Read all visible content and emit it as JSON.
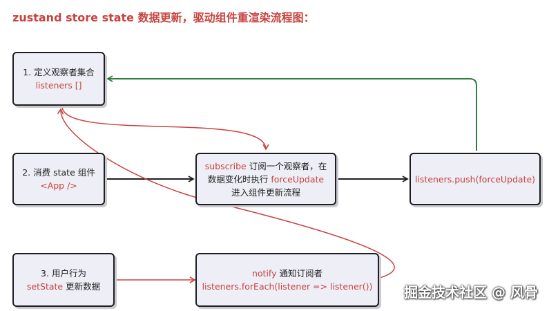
{
  "title": "zustand store state 数据更新，驱动组件重渲染流程图：",
  "nodes": {
    "listeners": {
      "line1": "1. 定义观察者集合",
      "line2": "listeners []"
    },
    "consume": {
      "line1": "2. 消费 state 组件",
      "line2": "<App />"
    },
    "subscribe": {
      "kw1": "subscribe",
      "text1": " 订阅一个观察者，在",
      "text2": "数据变化时执行 ",
      "kw2": "forceUpdate",
      "text3": "进入组件更新流程"
    },
    "push": {
      "text": "listeners.push(forceUpdate)"
    },
    "user": {
      "line1": "3. 用户行为",
      "kw": "setState",
      "text": " 更新数据"
    },
    "notify": {
      "kw": "notify",
      "text": " 通知订阅者",
      "line2": "listeners.forEach(listener => listener())"
    }
  },
  "colors": {
    "accent_red": "#c8433e",
    "arrow_green": "#2e7d3a",
    "arrow_black": "#1d1d1f"
  },
  "watermark": "掘金技术社区 @ 风骨"
}
